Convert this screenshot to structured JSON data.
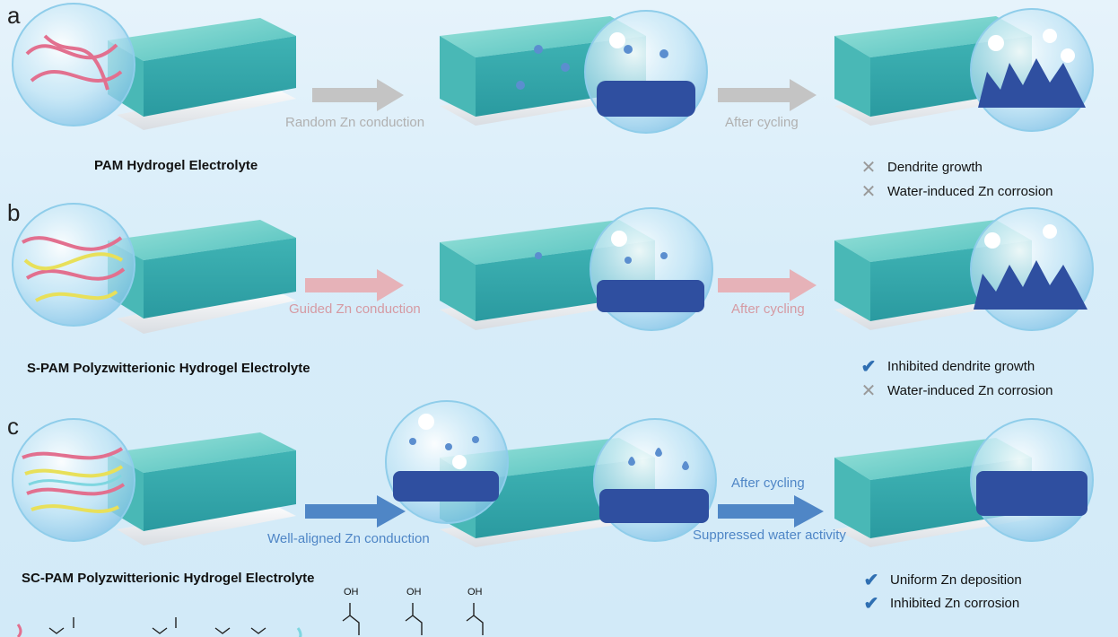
{
  "panels": [
    {
      "letter": "a",
      "title": "PAM Hydrogel Electrolyte",
      "arrow1_label": "Random Zn conduction",
      "arrow2_label": "After cycling",
      "arrow_color": "#c4c4c4",
      "fiber_colors": [
        "#e2708f"
      ],
      "outcomes": [
        {
          "mark": "cross-icon",
          "text": "Dendrite growth"
        },
        {
          "mark": "cross-icon",
          "text": "Water-induced Zn corrosion"
        }
      ]
    },
    {
      "letter": "b",
      "title": "S-PAM Polyzwitterionic Hydrogel Electrolyte",
      "arrow1_label": "Guided Zn conduction",
      "arrow2_label": "After cycling",
      "arrow_color": "#e6b2b8",
      "fiber_colors": [
        "#e2708f",
        "#e8e05a"
      ],
      "outcomes": [
        {
          "mark": "check-icon",
          "text": "Inhibited dendrite growth"
        },
        {
          "mark": "cross-icon",
          "text": "Water-induced Zn corrosion"
        }
      ]
    },
    {
      "letter": "c",
      "title": "SC-PAM Polyzwitterionic Hydrogel Electrolyte",
      "arrow1_label": "Well-aligned Zn conduction",
      "arrow2_label_top": "After cycling",
      "arrow2_label_bottom": "Suppressed water activity",
      "arrow_color": "#4f86c6",
      "fiber_colors": [
        "#e2708f",
        "#e8e05a",
        "#7fd6e0"
      ],
      "outcomes": [
        {
          "mark": "check-icon",
          "text": "Uniform Zn deposition"
        },
        {
          "mark": "check-icon",
          "text": "Inhibited Zn corrosion"
        }
      ]
    }
  ],
  "structure_labels": [
    "OH",
    "OH",
    "OH"
  ],
  "colors": {
    "gel": "#56c4c0",
    "zinc_plate": "#2f4fa0",
    "bubble": "#cfe9f7",
    "water_drop": "#5b8ecf"
  }
}
